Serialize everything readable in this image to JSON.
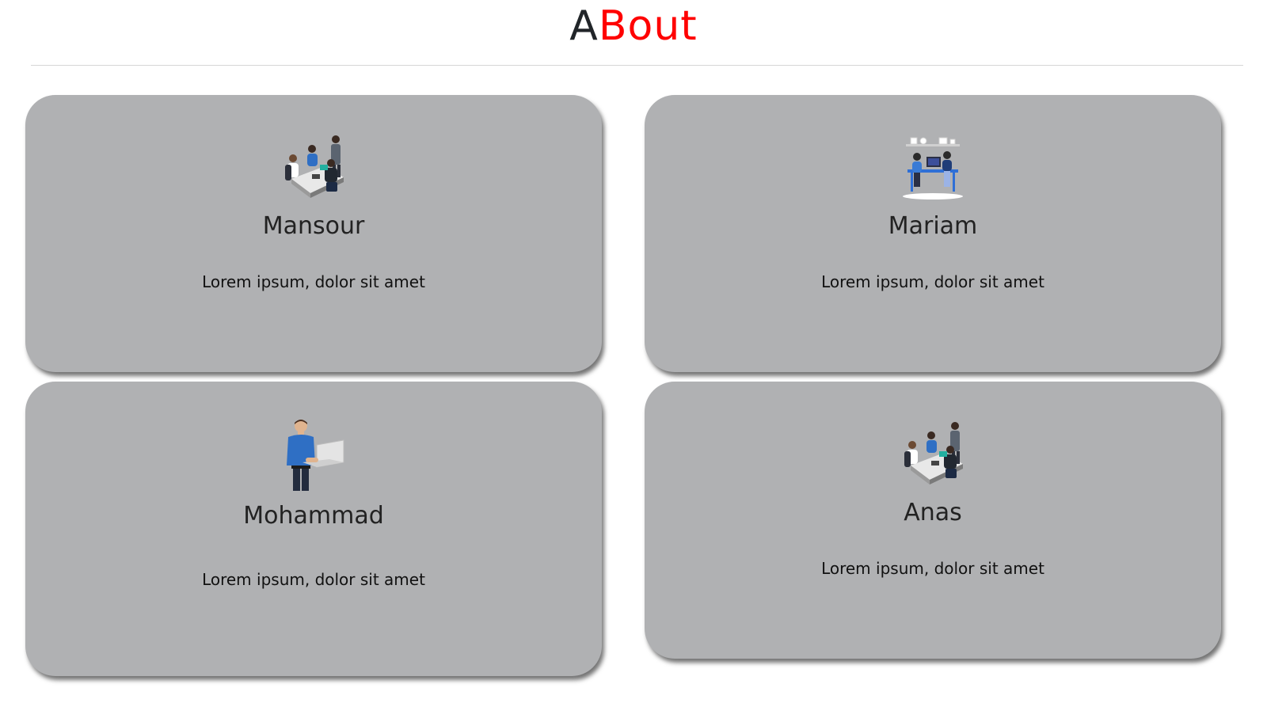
{
  "header": {
    "title_first": "A",
    "title_rest": "Bout",
    "accent_color": "#ff0000"
  },
  "cards": [
    {
      "name": "Mansour",
      "description": "Lorem ipsum, dolor sit amet",
      "illustration": "team-meeting-illustration"
    },
    {
      "name": "Mariam",
      "description": "Lorem ipsum, dolor sit amet",
      "illustration": "developers-desk-illustration"
    },
    {
      "name": "Mohammad",
      "description": "Lorem ipsum, dolor sit amet",
      "illustration": "man-with-laptop-illustration"
    },
    {
      "name": "Anas",
      "description": "Lorem ipsum, dolor sit amet",
      "illustration": "team-meeting-illustration"
    }
  ],
  "colors": {
    "card_background": "#b0b1b3"
  }
}
